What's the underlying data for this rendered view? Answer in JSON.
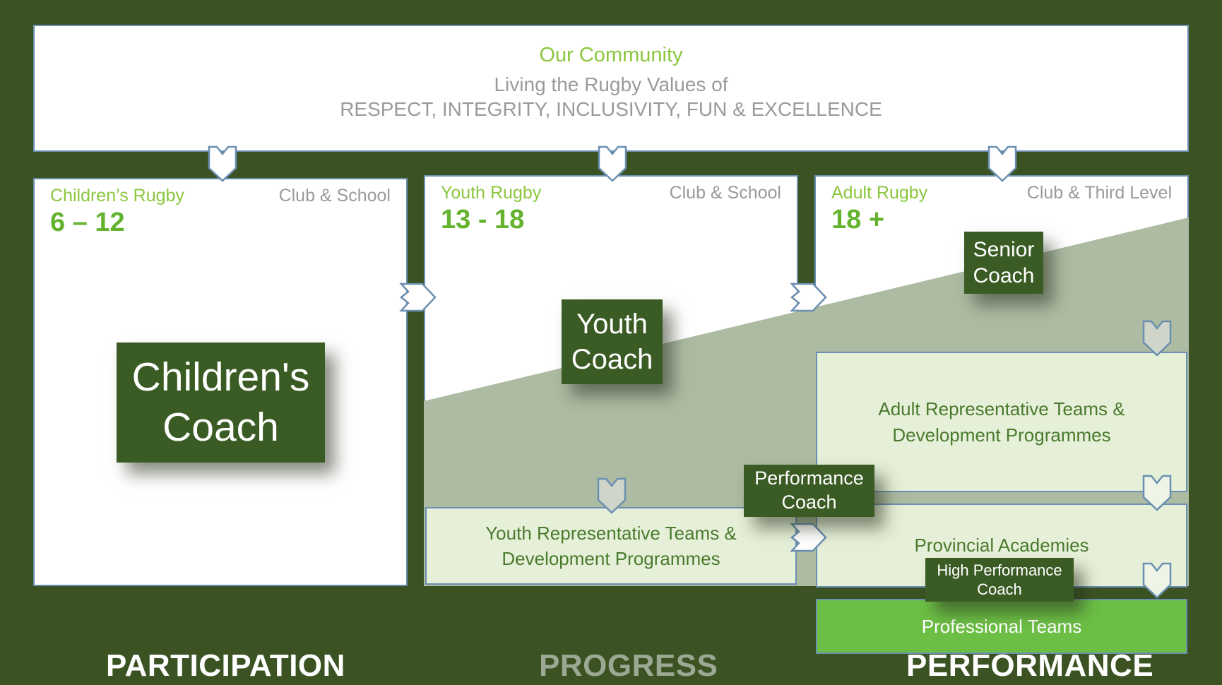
{
  "banner": {
    "title": "Our Community",
    "line1": "Living the Rugby Values of",
    "line2": "RESPECT, INTEGRITY, INCLUSIVITY, FUN & EXCELLENCE"
  },
  "columns": [
    {
      "id": "children",
      "category": "Children’s Rugby",
      "age": "6 – 12",
      "context": "Club & School"
    },
    {
      "id": "youth",
      "category": "Youth Rugby",
      "age": "13 - 18",
      "context": "Club & School"
    },
    {
      "id": "adult",
      "category": "Adult Rugby",
      "age": "18 +",
      "context": "Club & Third Level"
    }
  ],
  "coach_chips": [
    {
      "id": "children-coach",
      "line1": "Children's",
      "line2": "Coach"
    },
    {
      "id": "youth-coach",
      "line1": "Youth",
      "line2": "Coach"
    },
    {
      "id": "senior-coach",
      "line1": "Senior",
      "line2": "Coach"
    },
    {
      "id": "performance-coach",
      "line1": "Performance",
      "line2": "Coach"
    },
    {
      "id": "high-performance-coach",
      "line1": "High Performance",
      "line2": "Coach"
    }
  ],
  "panels": [
    {
      "id": "youth-representative",
      "line1": "Youth Representative Teams &",
      "line2": "Development Programmes"
    },
    {
      "id": "adult-representative",
      "line1": "Adult Representative Teams &",
      "line2": "Development Programmes"
    },
    {
      "id": "provincial-academies",
      "line1": "Provincial Academies",
      "line2": ""
    },
    {
      "id": "professional-teams",
      "line1": "Professional Teams",
      "line2": ""
    }
  ],
  "stage_labels": {
    "participation": "PARTICIPATION",
    "progress": "PROGRESS",
    "performance": "PERFORMANCE"
  },
  "colors": {
    "background_green": "#3b5323",
    "accent_light_green": "#8cc63e",
    "age_green": "#63b32e",
    "chip_green": "#3b5b24",
    "panel_light": "#e6f0d8",
    "pro_teams_green": "#6cbe45",
    "panel_text_green": "#4a7a2e",
    "muted_grey": "#9a9a9a",
    "outline_blue": "#6a8fb0",
    "diagonal_wash": "#adbba3",
    "progress_label": "#9aa894"
  }
}
